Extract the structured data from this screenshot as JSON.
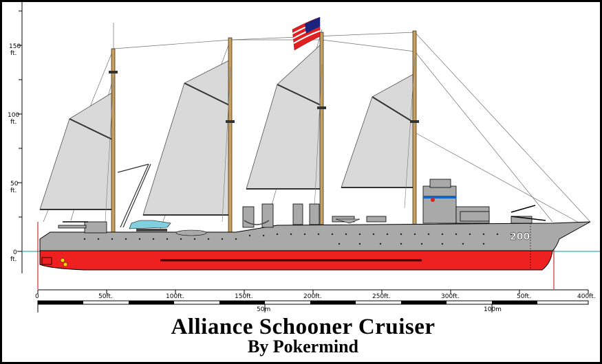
{
  "title": "Alliance Schooner Cruiser",
  "subtitle": "By Pokermind",
  "hull_number": "200",
  "colors": {
    "hull_gray": "#a9a9a9",
    "hull_red": "#ee2020",
    "sail": "#d9d9d9",
    "mast": "#c8a060",
    "waterline": "#00a0a0"
  },
  "height_scale": {
    "ticks": [
      {
        "value": "150",
        "unit": "ft."
      },
      {
        "value": "100",
        "unit": "ft."
      },
      {
        "value": "50",
        "unit": "ft."
      },
      {
        "value": "0",
        "unit": "ft."
      }
    ]
  },
  "length_scale_ft": {
    "labels": [
      "0",
      "50ft.",
      "100ft.",
      "150ft.",
      "200ft.",
      "250ft.",
      "300ft.",
      "50ft.",
      "400ft."
    ]
  },
  "length_scale_m": {
    "labels": [
      "50m",
      "100m"
    ]
  }
}
